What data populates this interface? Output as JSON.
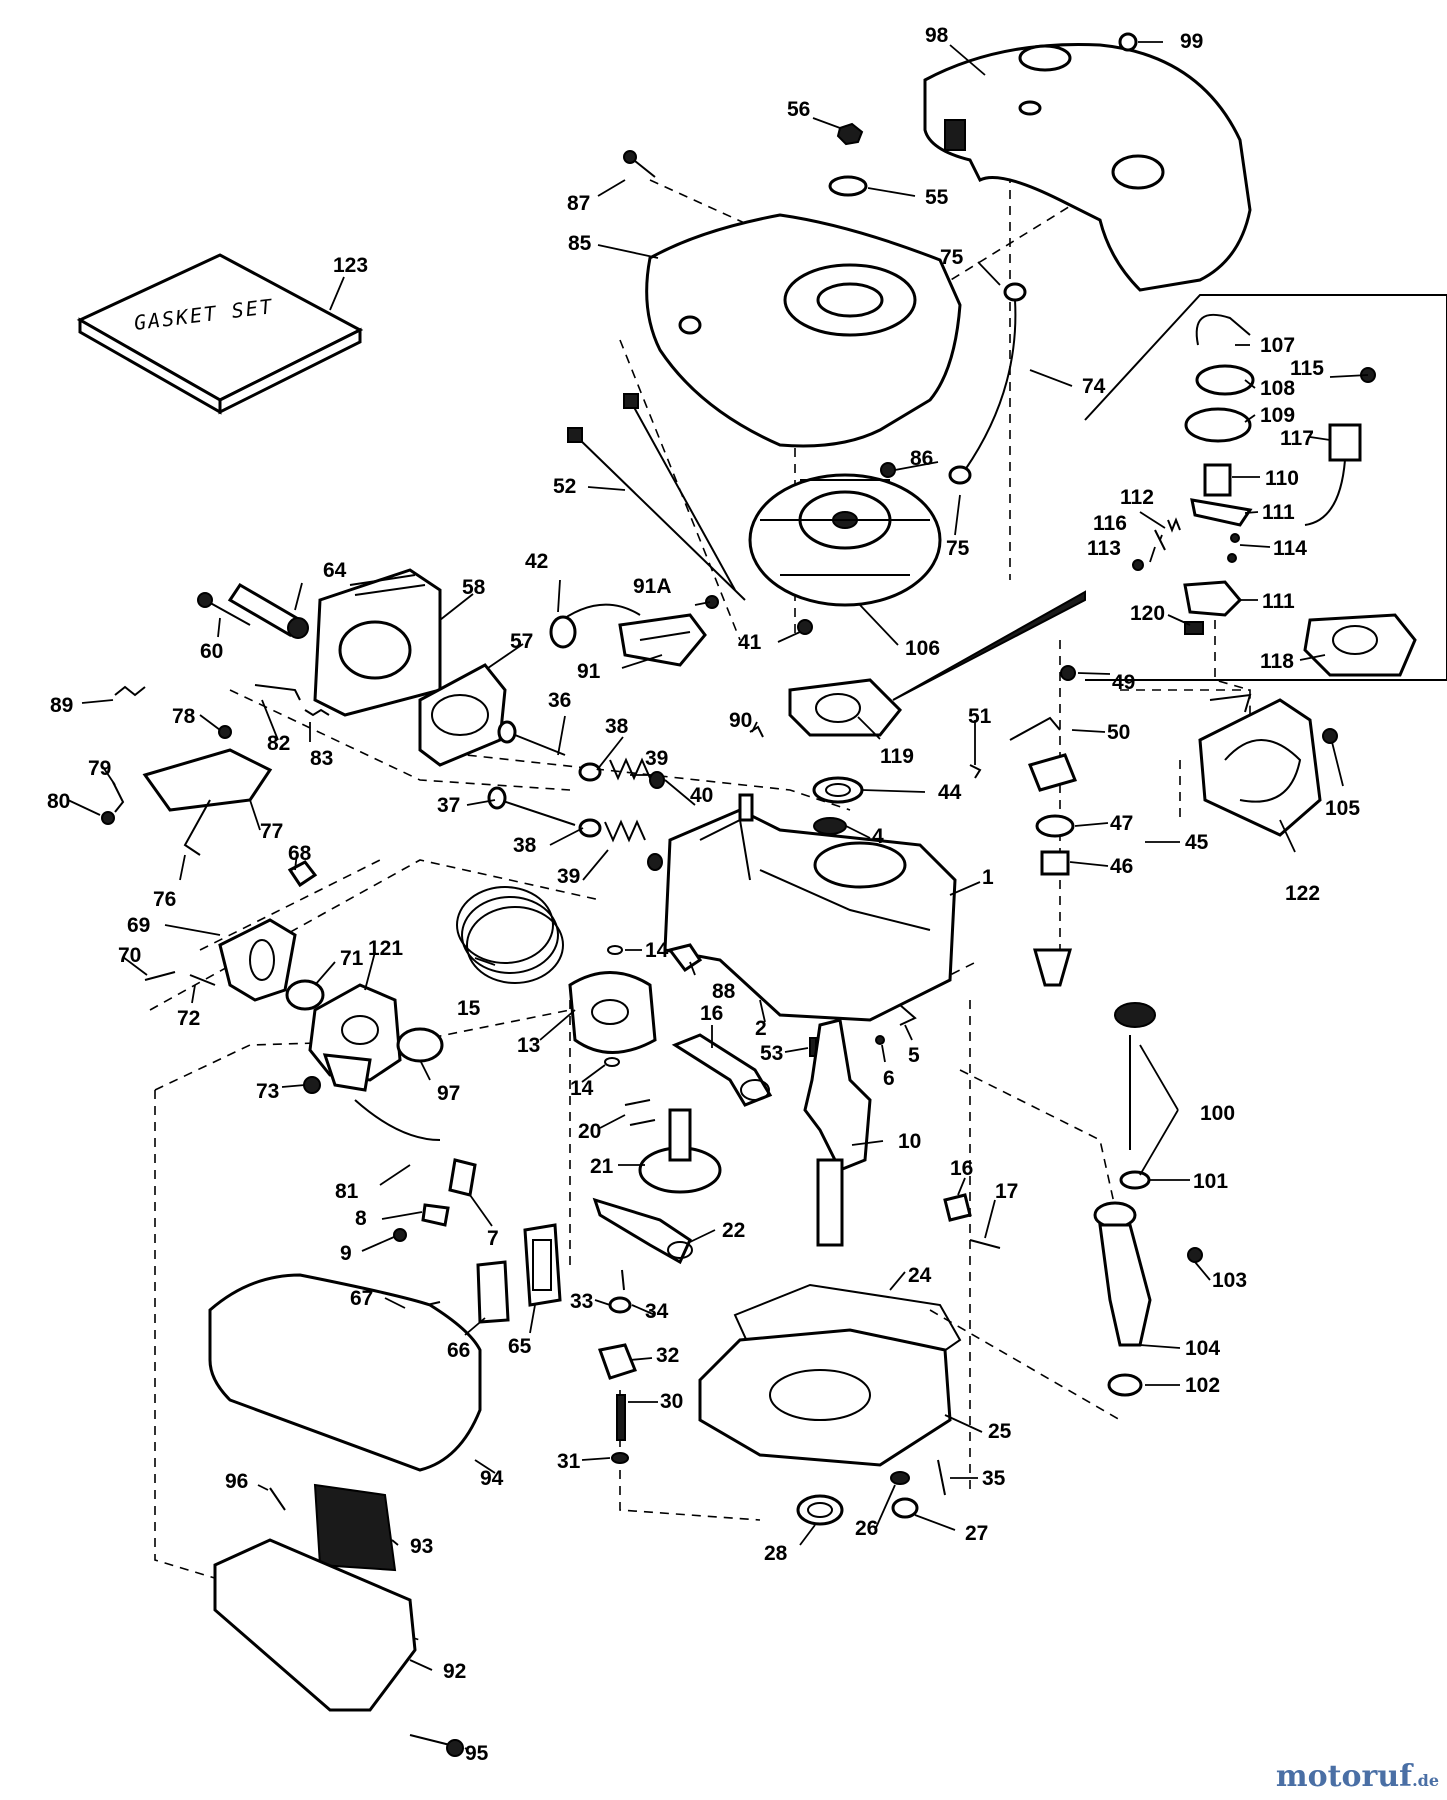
{
  "gasket_set_label": "GASKET SET",
  "watermark": {
    "brand": "motoruf",
    "tld": ".de"
  },
  "callouts": {
    "c1": "1",
    "c2": "2",
    "c4": "4",
    "c5": "5",
    "c6": "6",
    "c7": "7",
    "c8": "8",
    "c9": "9",
    "c10": "10",
    "c13": "13",
    "c14a": "14",
    "c14b": "14",
    "c15": "15",
    "c16a": "16",
    "c16b": "16",
    "c17": "17",
    "c20": "20",
    "c21": "21",
    "c22": "22",
    "c24": "24",
    "c25": "25",
    "c26": "26",
    "c27": "27",
    "c28": "28",
    "c30": "30",
    "c31": "31",
    "c32": "32",
    "c33": "33",
    "c34": "34",
    "c35": "35",
    "c36": "36",
    "c37": "37",
    "c38a": "38",
    "c38b": "38",
    "c39a": "39",
    "c39b": "39",
    "c40": "40",
    "c41": "41",
    "c42": "42",
    "c44": "44",
    "c45": "45",
    "c46": "46",
    "c47": "47",
    "c49": "49",
    "c50": "50",
    "c51": "51",
    "c52": "52",
    "c53": "53",
    "c55": "55",
    "c56": "56",
    "c57": "57",
    "c58": "58",
    "c60": "60",
    "c64": "64",
    "c65": "65",
    "c66": "66",
    "c67": "67",
    "c68": "68",
    "c69": "69",
    "c70": "70",
    "c71": "71",
    "c72": "72",
    "c73": "73",
    "c74": "74",
    "c75a": "75",
    "c75b": "75",
    "c76": "76",
    "c77": "77",
    "c78": "78",
    "c79": "79",
    "c80": "80",
    "c81": "81",
    "c82": "82",
    "c83": "83",
    "c85": "85",
    "c86": "86",
    "c87": "87",
    "c88": "88",
    "c89": "89",
    "c90": "90",
    "c91": "91",
    "c91a": "91A",
    "c92": "92",
    "c93": "93",
    "c94": "94",
    "c95": "95",
    "c96": "96",
    "c97": "97",
    "c98": "98",
    "c99": "99",
    "c100": "100",
    "c101": "101",
    "c102": "102",
    "c103": "103",
    "c104": "104",
    "c105": "105",
    "c106": "106",
    "c107": "107",
    "c108": "108",
    "c109": "109",
    "c110": "110",
    "c111a": "111",
    "c111b": "111",
    "c112": "112",
    "c113": "113",
    "c114": "114",
    "c115": "115",
    "c116": "116",
    "c117": "117",
    "c118": "118",
    "c119": "119",
    "c120": "120",
    "c121": "121",
    "c122": "122",
    "c123": "123"
  }
}
